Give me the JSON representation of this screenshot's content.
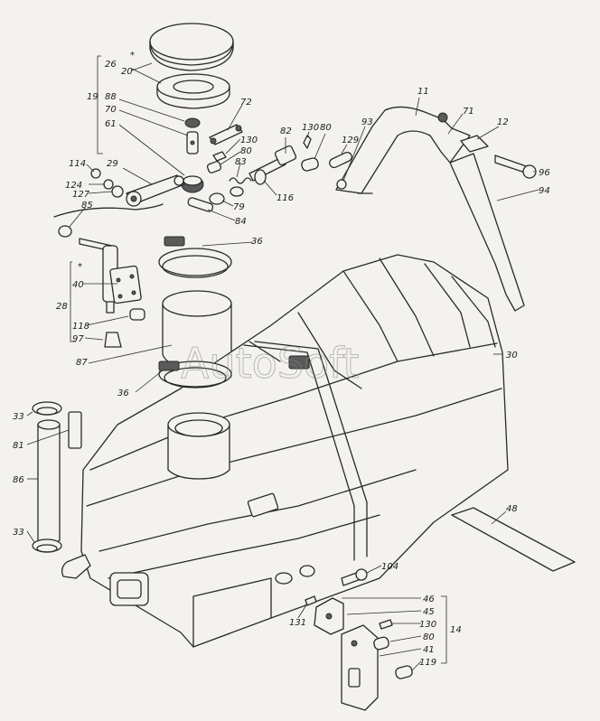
{
  "watermark": "AutoSoft",
  "callouts": {
    "c26": "26",
    "c20": "20",
    "c19": "19",
    "c88": "88",
    "c70": "70",
    "c61": "61",
    "star_top": "*",
    "c72": "72",
    "c130a": "130",
    "c80a": "80",
    "c83": "83",
    "c79": "79",
    "c84": "84",
    "c82": "82",
    "c130b": "130",
    "c80b": "80",
    "c93": "93",
    "c129": "129",
    "c116": "116",
    "c11": "11",
    "c71": "71",
    "c12": "12",
    "c96": "96",
    "c94": "94",
    "c114": "114",
    "c124": "124",
    "c127": "127",
    "c29": "29",
    "c85": "85",
    "c36a": "36",
    "star_mid": "*",
    "c40": "40",
    "c28": "28",
    "c118": "118",
    "c97": "97",
    "c87": "87",
    "c30": "30",
    "c36b": "36",
    "c33a": "33",
    "c81": "81",
    "c86": "86",
    "c33b": "33",
    "c48": "48",
    "c104": "104",
    "c131": "131",
    "c46": "46",
    "c45": "45",
    "c130c": "130",
    "c80c": "80",
    "c41": "41",
    "c119": "119",
    "c14": "14"
  }
}
